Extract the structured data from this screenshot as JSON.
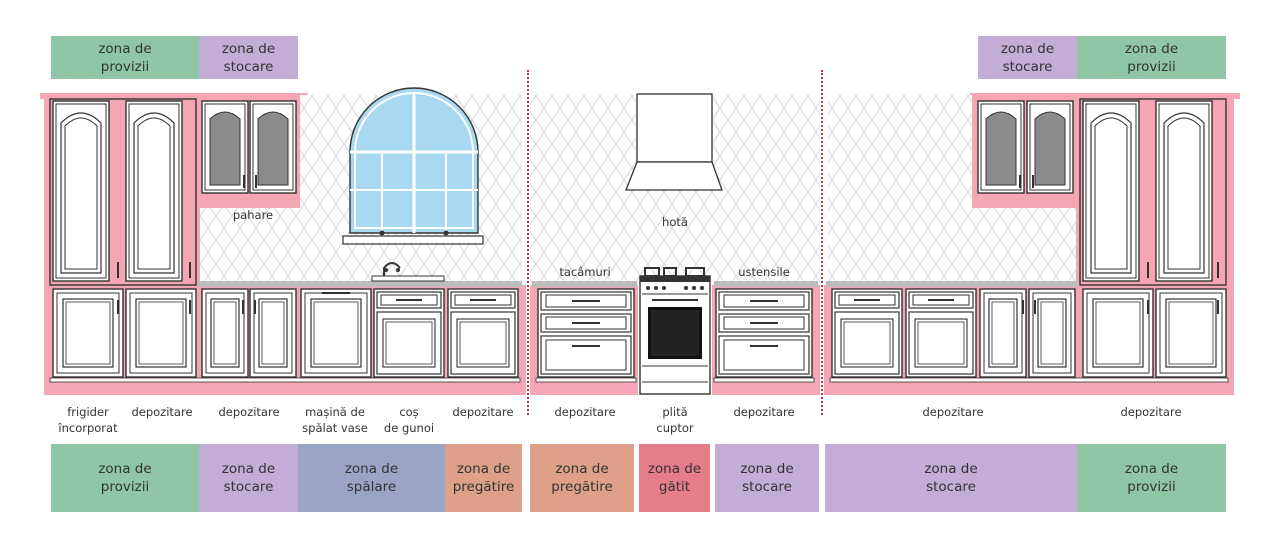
{
  "colors": {
    "provizii": "#8fc7a6",
    "stocare": "#c3acd6",
    "spalare": "#9aa5c6",
    "pregatire": "#dfa08a",
    "gatit": "#e57e88",
    "pink": "#f4a6b4",
    "pink_bar": "#f2a5b3",
    "tile_line": "#cfd2d6",
    "cabinet_stroke": "#333333",
    "counter": "#bcbcbc",
    "glass": "#a9d8f2"
  },
  "top_zones": [
    {
      "text": "zona de\nprovizii",
      "color": "provizii"
    },
    {
      "text": "zona de\nstocare",
      "color": "stocare"
    },
    {
      "text": "zona de\nstocare",
      "color": "stocare"
    },
    {
      "text": "zona de\nprovizii",
      "color": "provizii"
    }
  ],
  "bottom_zones": [
    {
      "text": "zona de\nprovizii",
      "color": "provizii"
    },
    {
      "text": "zona de\nstocare",
      "color": "stocare"
    },
    {
      "text": "zona de\nspălare",
      "color": "spalare"
    },
    {
      "text": "zona de\npregătire",
      "color": "pregatire"
    },
    {
      "text": "zona de\npregătire",
      "color": "pregatire"
    },
    {
      "text": "zona de\ngătit",
      "color": "gatit"
    },
    {
      "text": "zona de\nstocare",
      "color": "stocare"
    },
    {
      "text": "zona de\nstocare",
      "color": "stocare"
    },
    {
      "text": "zona de\nprovizii",
      "color": "provizii"
    }
  ],
  "labels": {
    "frigider": "frigider\nîncorporat",
    "depozitare_1": "depozitare",
    "depozitare_2": "depozitare",
    "masina": "mașină de\nspălat vase",
    "cos": "coș\nde gunoi",
    "depozitare_3": "depozitare",
    "depozitare_4": "depozitare",
    "plita": "plită\ncuptor",
    "depozitare_5": "depozitare",
    "depozitare_6": "depozitare",
    "depozitare_7": "depozitare",
    "pahare": "pahare",
    "hota": "hotă",
    "tacamuri": "tacâmuri",
    "ustensile": "ustensile"
  }
}
